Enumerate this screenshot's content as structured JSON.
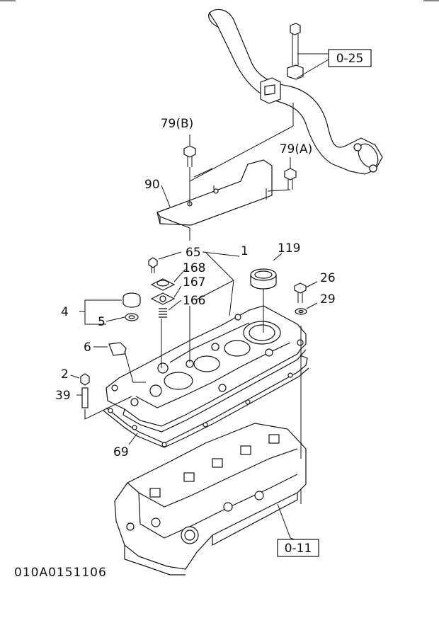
{
  "parts": {
    "p025": "0-25",
    "p79b": "79(B)",
    "p79a": "79(A)",
    "p90": "90",
    "p65": "65",
    "p1": "1",
    "p119": "119",
    "p168": "168",
    "p167": "167",
    "p166": "166",
    "p26": "26",
    "p29": "29",
    "p4": "4",
    "p5": "5",
    "p6": "6",
    "p2": "2",
    "p39": "39",
    "p69": "69",
    "p011": "0-11"
  },
  "diagram_code": "010A0151106"
}
